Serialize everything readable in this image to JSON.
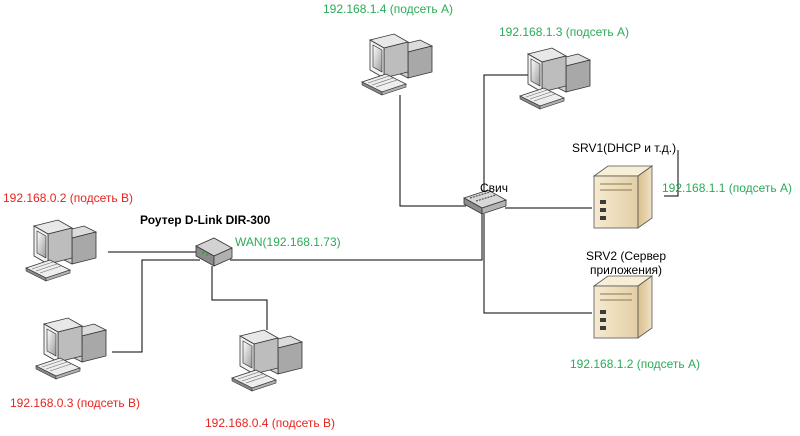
{
  "colors": {
    "subnet_a": "#2bab58",
    "subnet_b": "#e8231f",
    "text": "#000000",
    "line": "#000000"
  },
  "labels": {
    "pc_a4": "192.168.1.4 (подсеть А)",
    "pc_a3": "192.168.1.3 (подсеть А)",
    "srv1_title": "SRV1(DHCP и т.д.)",
    "srv1_ip": "192.168.1.1 (подсеть А)",
    "switch": "Свич",
    "srv2_title_line1": "SRV2 (Сервер",
    "srv2_title_line2": "приложения)",
    "srv2_ip": "192.168.1.2 (подсеть А)",
    "pc_b2": "192.168.0.2 (подсеть В)",
    "router_title": "Роутер D-Link DIR-300",
    "router_wan": "WAN(192.168.1.73)",
    "pc_b3": "192.168.0.3 (подсеть В)",
    "pc_b4": "192.168.0.4 (подсеть В)"
  },
  "icons": {
    "workstation": "desktop-computer-icon",
    "server": "tower-server-icon",
    "router": "router-icon",
    "switch": "network-switch-icon"
  }
}
